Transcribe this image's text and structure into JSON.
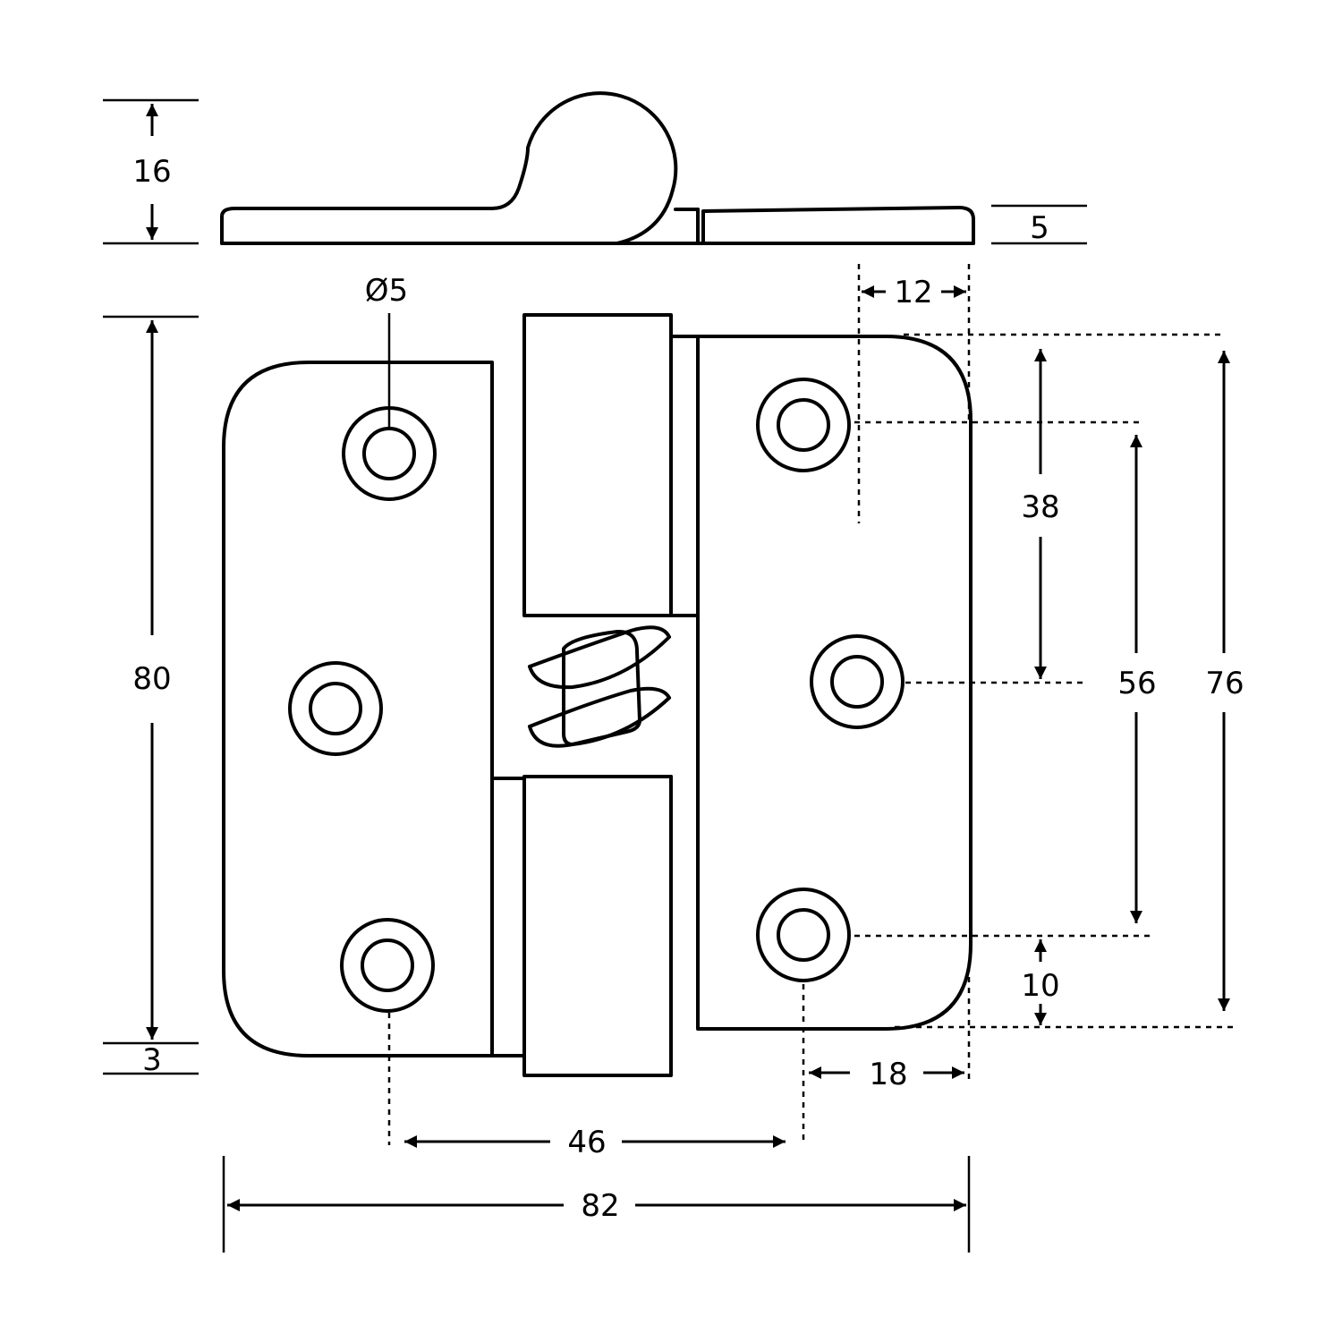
{
  "drawing": {
    "dimensions": {
      "profile_height": "16",
      "leaf_thickness": "5",
      "hole_diameter": "Ø5",
      "hole_edge_offset": "12",
      "hole_spacing_upper": "38",
      "hole_spacing_outer": "56",
      "leaf_height_right": "76",
      "leaf_height_left": "80",
      "bottom_offset": "3",
      "hole_to_bottom": "10",
      "lower_hole_edge_offset": "18",
      "hole_centers_distance": "46",
      "overall_width": "82"
    }
  }
}
